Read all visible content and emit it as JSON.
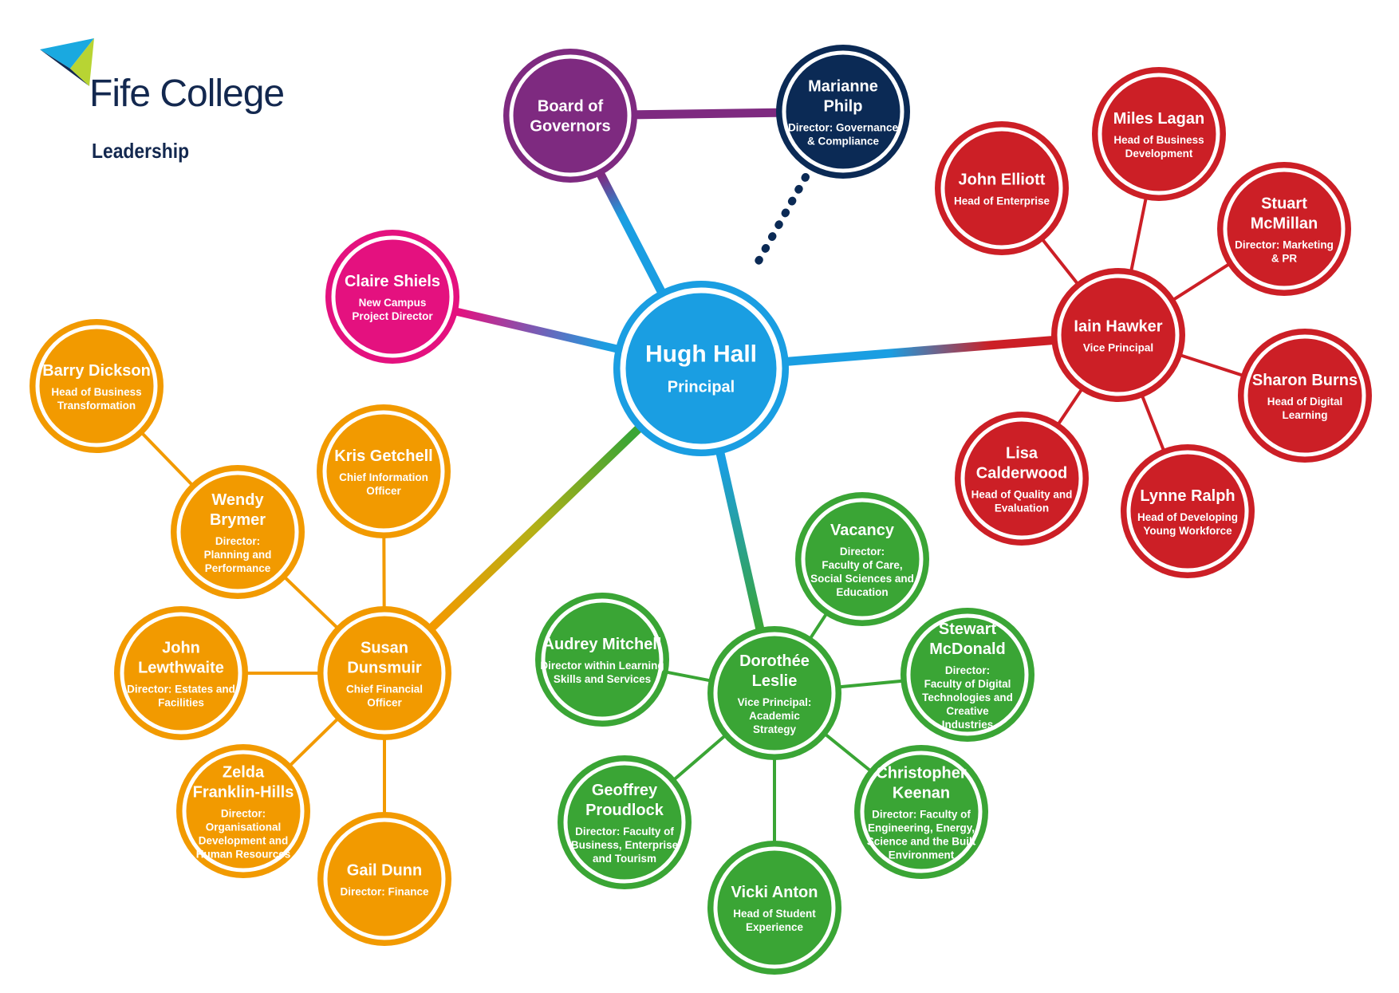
{
  "brand": {
    "name": "Fife College",
    "section": "Leadership"
  },
  "colors": {
    "blue": "#1a9ee2",
    "red": "#cc1f26",
    "orange": "#f29a00",
    "green": "#3aa535",
    "purple": "#7e2a80",
    "navy": "#0b2a55",
    "pink": "#e4117f"
  },
  "principal": {
    "name": [
      "Hugh Hall"
    ],
    "role": [
      "Principal"
    ]
  },
  "board": {
    "name": [
      "Board of",
      "Governors"
    ],
    "role": []
  },
  "governance": {
    "name": [
      "Marianne",
      "Philp"
    ],
    "role": [
      "Director: Governance",
      "& Compliance"
    ]
  },
  "campus": {
    "name": [
      "Claire Shiels"
    ],
    "role": [
      "New Campus",
      "Project Director"
    ]
  },
  "vp": {
    "name": [
      "Iain Hawker"
    ],
    "role": [
      "Vice Principal"
    ]
  },
  "vp_team": [
    {
      "name": [
        "John Elliott"
      ],
      "role": [
        "Head of Enterprise"
      ]
    },
    {
      "name": [
        "Miles Lagan"
      ],
      "role": [
        "Head of Business",
        "Development"
      ]
    },
    {
      "name": [
        "Stuart",
        "McMillan"
      ],
      "role": [
        "Director: Marketing",
        "& PR"
      ]
    },
    {
      "name": [
        "Sharon Burns"
      ],
      "role": [
        "Head of Digital",
        "Learning"
      ]
    },
    {
      "name": [
        "Lynne Ralph"
      ],
      "role": [
        "Head of Developing",
        "Young Workforce"
      ]
    },
    {
      "name": [
        "Lisa",
        "Calderwood"
      ],
      "role": [
        "Head of Quality and",
        "Evaluation"
      ]
    }
  ],
  "cfo": {
    "name": [
      "Susan",
      "Dunsmuir"
    ],
    "role": [
      "Chief Financial",
      "Officer"
    ]
  },
  "cfo_team": [
    {
      "name": [
        "Kris Getchell"
      ],
      "role": [
        "Chief Information",
        "Officer"
      ]
    },
    {
      "name": [
        "Wendy",
        "Brymer"
      ],
      "role": [
        "Director:",
        "Planning and",
        "Performance"
      ]
    },
    {
      "name": [
        "John",
        "Lewthwaite"
      ],
      "role": [
        "Director: Estates and",
        "Facilities"
      ]
    },
    {
      "name": [
        "Zelda",
        "Franklin-Hills"
      ],
      "role": [
        "Director:",
        "Organisational",
        "Development and",
        "Human Resources"
      ]
    },
    {
      "name": [
        "Gail Dunn"
      ],
      "role": [
        "Director: Finance"
      ]
    }
  ],
  "cfo_extra": {
    "name": [
      "Barry Dickson"
    ],
    "role": [
      "Head of Business",
      "Transformation"
    ]
  },
  "vpa": {
    "name": [
      "Dorothée",
      "Leslie"
    ],
    "role": [
      "Vice Principal:",
      "Academic",
      "Strategy"
    ]
  },
  "vpa_team": [
    {
      "name": [
        "Vacancy"
      ],
      "role": [
        "Director:",
        "Faculty of Care,",
        "Social Sciences and",
        "Education"
      ]
    },
    {
      "name": [
        "Audrey Mitchell"
      ],
      "role": [
        "Director within Learning",
        "Skills and Services"
      ]
    },
    {
      "name": [
        "Stewart",
        "McDonald"
      ],
      "role": [
        "Director:",
        "Faculty of Digital",
        "Technologies and",
        "Creative",
        "Industries"
      ]
    },
    {
      "name": [
        "Christopher",
        "Keenan"
      ],
      "role": [
        "Director: Faculty of",
        "Engineering, Energy,",
        "Science and the Built",
        "Environment"
      ]
    },
    {
      "name": [
        "Vicki Anton"
      ],
      "role": [
        "Head of Student",
        "Experience"
      ]
    },
    {
      "name": [
        "Geoffrey",
        "Proudlock"
      ],
      "role": [
        "Director: Faculty of",
        "Business, Enterprise",
        "and Tourism"
      ]
    }
  ]
}
